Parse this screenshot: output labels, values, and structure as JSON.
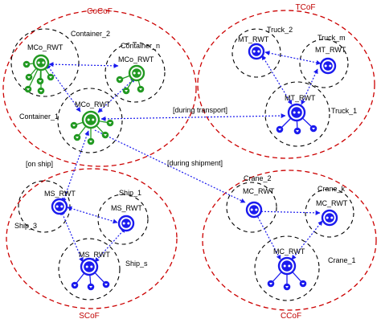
{
  "colors": {
    "cluster_border": "#cc0000",
    "cluster_title": "#c00000",
    "group_border": "#000000",
    "green_node": "#229922",
    "blue_node": "#1a1aee",
    "link": "#1a1aee"
  },
  "clusters": {
    "cocof": "CoCoF",
    "tcof": "TCoF",
    "scof": "SCoF",
    "ccof": "CCoF"
  },
  "groups": {
    "container_2": "Container_2",
    "container_n": "Container_n",
    "container_1": "Container_1",
    "truck_2": "Truck_2",
    "truck_m": "Truck_m",
    "truck_1": "Truck_1",
    "ship_1": "Ship_1",
    "ship_3": "Ship_3",
    "ship_s": "Ship_s",
    "crane_2": "Crane_2",
    "crane_k": "Crane_k",
    "crane_1": "Crane_1"
  },
  "nodes": {
    "mco_rwt_c2": "MCo_RWT",
    "mco_rwt_cn": "MCo_RWT",
    "mco_rwt_c1": "MCo_RWT",
    "mt_rwt_t2": "MT_RWT",
    "mt_rwt_tm": "MT_RWT",
    "mt_rwt_t1": "MT_RWT",
    "ms_rwt_s3": "MS_RWT",
    "ms_rwt_s1": "MS_RWT",
    "ms_rwt_ss": "MS_RWT",
    "mc_rwt_c2": "MC_RWT",
    "mc_rwt_ck": "MC_RWT",
    "mc_rwt_c1": "MC_RWT"
  },
  "links": {
    "during_transport": "[during transport]",
    "during_shipment": "[during shipment]",
    "on_ship": "[on ship]"
  }
}
